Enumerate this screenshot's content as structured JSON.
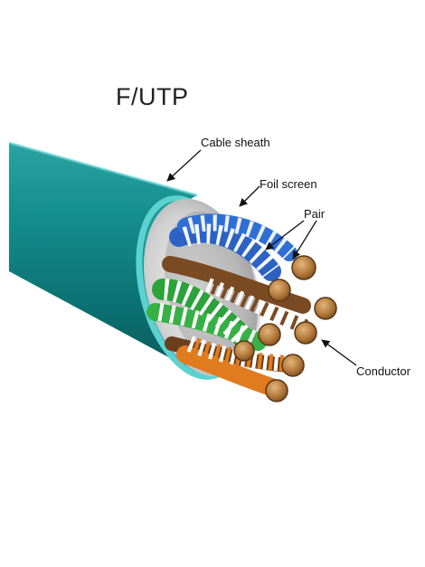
{
  "diagram": {
    "title": "F/UTP",
    "labels": {
      "cable_sheath": "Cable sheath",
      "foil_screen": "Foil screen",
      "pair": "Pair",
      "conductor": "Conductor"
    }
  },
  "colors": {
    "sheath": "#0f8a8a",
    "sheath_light": "#44c3c2",
    "foil": "#c9c9c9",
    "blue": "#2b62c4",
    "green": "#2ca23a",
    "brown": "#7a4a22",
    "orange": "#e07b1f",
    "copper": "#b37a3c"
  }
}
